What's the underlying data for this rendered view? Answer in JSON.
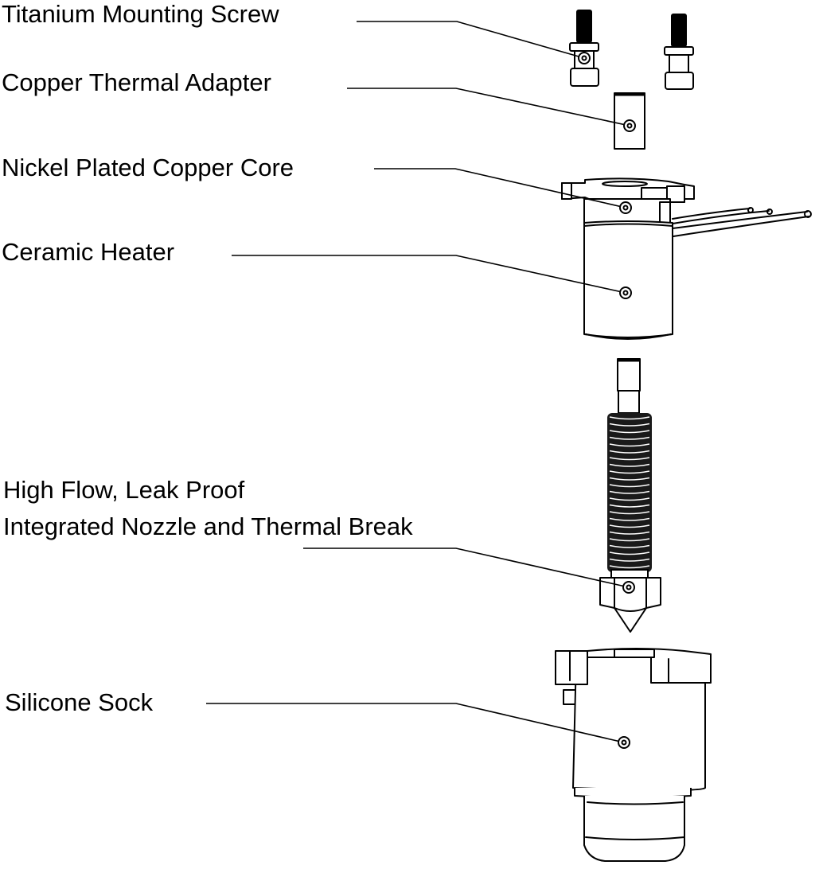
{
  "diagram": {
    "type": "exploded-assembly",
    "subject": "hotend",
    "callouts": [
      {
        "id": "titanium-mounting-screw",
        "lines": [
          "Titanium Mounting Screw"
        ]
      },
      {
        "id": "copper-thermal-adapter",
        "lines": [
          "Copper Thermal Adapter"
        ]
      },
      {
        "id": "nickel-plated-copper-core",
        "lines": [
          "Nickel Plated Copper Core"
        ]
      },
      {
        "id": "ceramic-heater",
        "lines": [
          "Ceramic Heater"
        ]
      },
      {
        "id": "nozzle-thermal-break",
        "lines": [
          "High Flow, Leak Proof",
          "Integrated Nozzle and Thermal Break"
        ]
      },
      {
        "id": "silicone-sock",
        "lines": [
          "Silicone Sock"
        ]
      }
    ]
  }
}
